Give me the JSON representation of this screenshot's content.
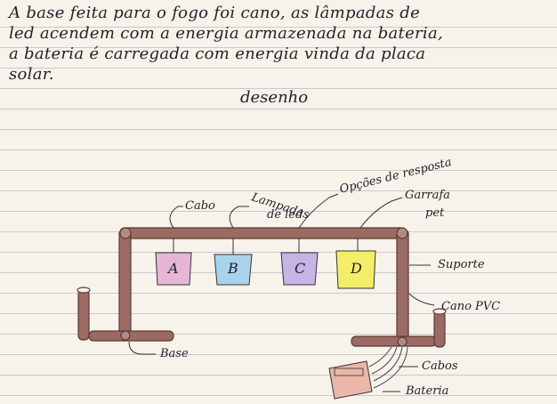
{
  "text_lines": [
    "A base feita para o fogo foi cano, as lâmpadas de",
    "led acendem com a energia armazenada na bateria,",
    "a bateria é carregada com energia vinda da placa",
    "solar."
  ],
  "drawing_title": "desenho",
  "labels": {
    "cabo": "Cabo",
    "lampadas": "Lampadas",
    "lampadas_2": "de led",
    "opcoes": "Opções de resposta",
    "garrafa": "Garrafa",
    "garrafa_2": "pet",
    "suporte": "Suporte",
    "cano_pvc": "Cano PVC",
    "base": "Base",
    "cabos": "Cabos",
    "bateria": "Bateria"
  },
  "bottles": [
    {
      "letter": "A",
      "color": "#e7b6d6"
    },
    {
      "letter": "B",
      "color": "#a9d3ea"
    },
    {
      "letter": "C",
      "color": "#c6b4e6"
    },
    {
      "letter": "D",
      "color": "#f2ee6a"
    }
  ],
  "colors": {
    "pipe": "#9c6a64",
    "pipe_dark": "#5b3a36",
    "battery": "#e9b8a8"
  }
}
